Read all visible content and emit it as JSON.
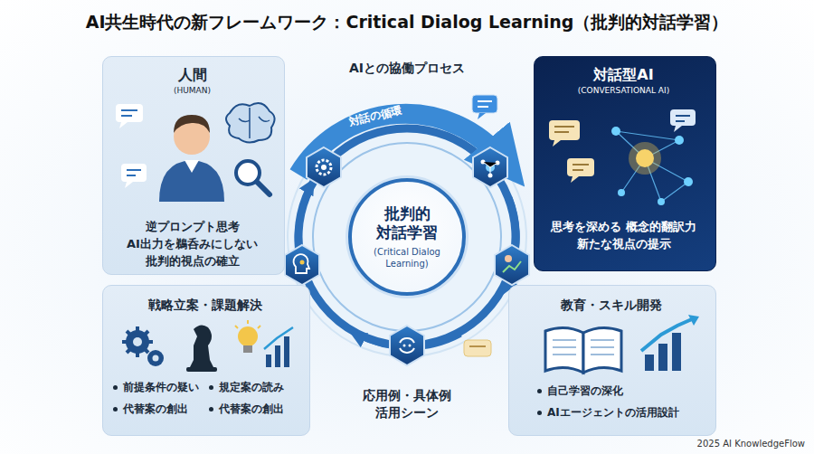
{
  "diagram": {
    "title": "AI共生時代の新フレームワーク：Critical Dialog Learning（批判的対話学習）",
    "nodes": [
      {
        "text": [
          "人間",
          "(HUMAN)",
          "逆プロンプト思考 AI出力を鵜呑みにしない 批判的視点の確立"
        ]
      },
      {
        "text": [
          "対話型AI",
          "(CONVERSATIONAL AI)",
          "思考を深める 概念的翻訳力 新たな視点の提示"
        ]
      },
      {
        "text": [
          "批判的 対話学習",
          "(Critical Dialog Learning)"
        ]
      },
      {
        "text": [
          "戦略立案・課題解決",
          "前提条件の疑い",
          "規定案の読み",
          "代替案の創出",
          "代替案の創出"
        ]
      },
      {
        "text": [
          "教育・スキル開発",
          "自己学習の深化",
          "AIエージェントの活用設計"
        ]
      }
    ],
    "labels": [
      "AIとの協働プロセス",
      "対話の循環",
      "応用例・具体例 活用シーン",
      "2025 AI KnowledgeFlow"
    ]
  }
}
